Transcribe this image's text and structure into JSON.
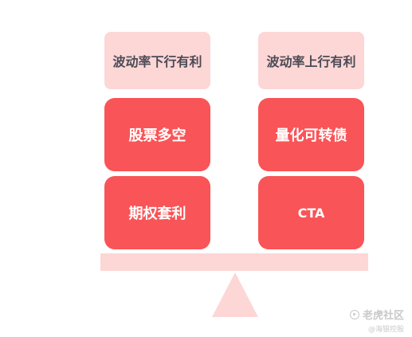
{
  "headers": {
    "left": "波动率下行有利",
    "right": "波动率上行有利"
  },
  "boxes": {
    "left": [
      "股票多空",
      "期权套利"
    ],
    "right": [
      "量化可转债",
      "CTA"
    ]
  },
  "watermark": {
    "name": "老虎社区",
    "handle": "@海银控股"
  },
  "colors": {
    "light_pink": "#fdd6d6",
    "red": "#f95457",
    "header_text": "#4b4b55"
  }
}
